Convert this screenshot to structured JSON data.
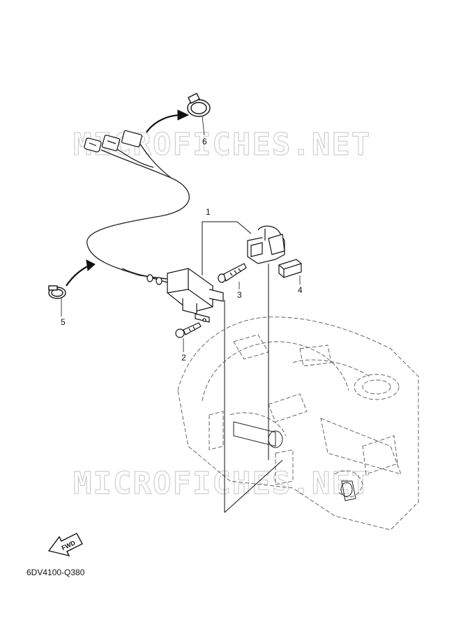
{
  "watermark": "MICROFICHES.NET",
  "diagram_code": "6DV4100-Q380",
  "fwd_label": "FWD",
  "callouts": {
    "c1": "1",
    "c2": "2",
    "c3": "3",
    "c4": "4",
    "c5": "5",
    "c6": "6"
  }
}
